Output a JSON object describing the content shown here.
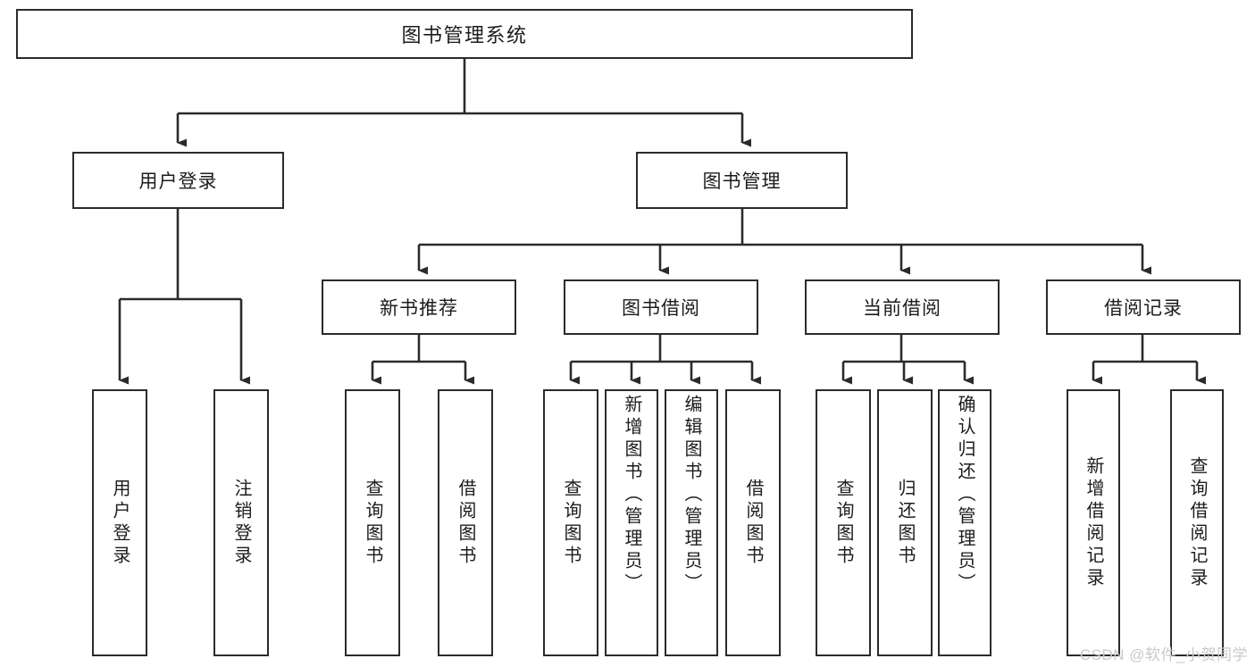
{
  "diagram": {
    "title": "图书管理系统",
    "watermark": "CSDN @软件_小贺同学",
    "colors": {
      "stroke": "#2b2b2b",
      "background": "#ffffff",
      "text": "#1c1c1c",
      "watermark": "#c9c9c9"
    },
    "nodes": {
      "root": "图书管理系统",
      "level2": {
        "user_login": "用户登录",
        "book_manage": "图书管理"
      },
      "level3": {
        "new_book_rec": "新书推荐",
        "book_borrow": "图书借阅",
        "current_borrow": "当前借阅",
        "borrow_record": "借阅记录"
      },
      "leaves": {
        "user_login_1": "用户登录",
        "user_login_2": "注销登录",
        "new_book_rec_1": "查询图书",
        "new_book_rec_2": "借阅图书",
        "book_borrow_1": "查询图书",
        "book_borrow_2": "新增图书（管理员）",
        "book_borrow_3": "编辑图书（管理员）",
        "book_borrow_4": "借阅图书",
        "current_borrow_1": "查询图书",
        "current_borrow_2": "归还图书",
        "current_borrow_3": "确认归还（管理员）",
        "borrow_record_1": "新增借阅记录",
        "borrow_record_2": "查询借阅记录"
      }
    }
  }
}
